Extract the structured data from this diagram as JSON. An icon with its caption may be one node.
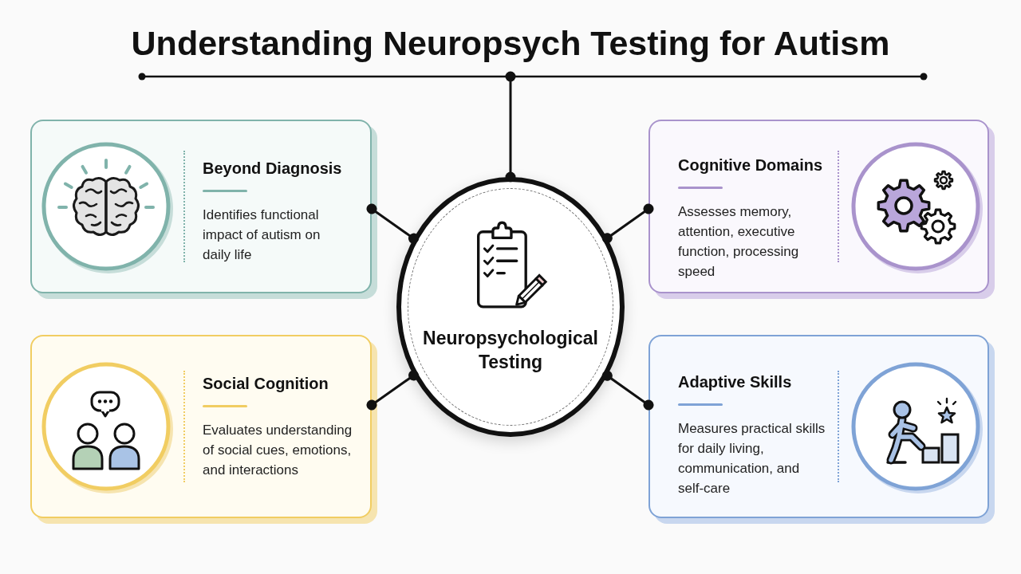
{
  "diagram": {
    "title": "Understanding Neuropsych Testing for Autism",
    "nodes": [
      {
        "text": [
          "Neuropsychological Testing"
        ]
      },
      {
        "text": [
          "Beyond Diagnosis",
          "Identifies functional impact of autism on daily life"
        ]
      },
      {
        "text": [
          "Cognitive Domains",
          "Assesses memory, attention, executive function, processing speed"
        ]
      },
      {
        "text": [
          "Social Cognition",
          "Evaluates understanding of social cues, emotions, and interactions"
        ]
      },
      {
        "text": [
          "Adaptive Skills",
          "Measures practical skills for daily living, communication, and self-care"
        ]
      }
    ],
    "edges": [
      {
        "from": null,
        "to": 0,
        "arrow": "other"
      },
      {
        "from": 0,
        "to": 1,
        "arrow": "other"
      },
      {
        "from": 0,
        "to": 2,
        "arrow": "other"
      },
      {
        "from": 0,
        "to": 3,
        "arrow": "other"
      },
      {
        "from": 0,
        "to": 4,
        "arrow": "other"
      }
    ]
  }
}
